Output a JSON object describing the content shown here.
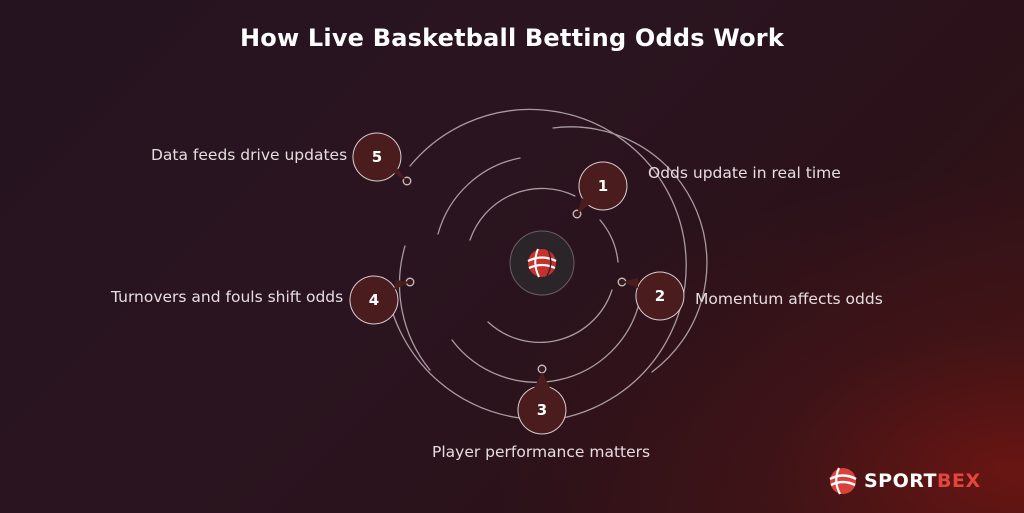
{
  "title": "How Live Basketball Betting Odds Work",
  "steps": [
    {
      "number": "1",
      "label": "Odds update in real time"
    },
    {
      "number": "2",
      "label": "Momentum affects odds"
    },
    {
      "number": "3",
      "label": "Player performance matters"
    },
    {
      "number": "4",
      "label": "Turnovers and fouls shift odds"
    },
    {
      "number": "5",
      "label": "Data feeds drive updates"
    }
  ],
  "center_icon": "basketball-globe-icon",
  "brand": {
    "part1": "SPORT",
    "part2": "BEX",
    "icon": "sportbex-logo-icon"
  },
  "colors": {
    "badge_fill": "#4a1c1e",
    "ring_stroke": "#c9bcc0",
    "accent": "#e2463f",
    "background_dark": "#2a1420"
  }
}
